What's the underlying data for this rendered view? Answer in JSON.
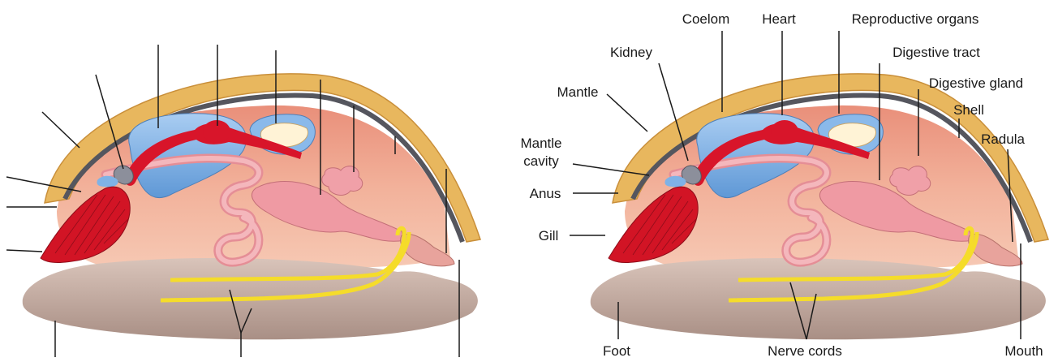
{
  "labels": {
    "coelom": "Coelom",
    "heart": "Heart",
    "reproductive_organs": "Reproductive organs",
    "kidney": "Kidney",
    "digestive_tract": "Digestive tract",
    "mantle": "Mantle",
    "digestive_gland": "Digestive gland",
    "shell": "Shell",
    "mantle_cavity_line1": "Mantle",
    "mantle_cavity_line2": "cavity",
    "radula": "Radula",
    "anus": "Anus",
    "gill": "Gill",
    "foot": "Foot",
    "nerve_cords": "Nerve cords",
    "mouth": "Mouth"
  },
  "colors": {
    "shell": "#e8b75e",
    "shell_edge": "#c98f3a",
    "mantle_line": "#55565e",
    "body": "#f2b59a",
    "body_dark": "#e59a84",
    "foot": "#c2a89d",
    "coelom": "#7fb2e6",
    "heart": "#d8152a",
    "gill": "#d21425",
    "digestive": "#f0a7ad",
    "repro": "#fff3d6",
    "nerve": "#f5dc2a"
  }
}
